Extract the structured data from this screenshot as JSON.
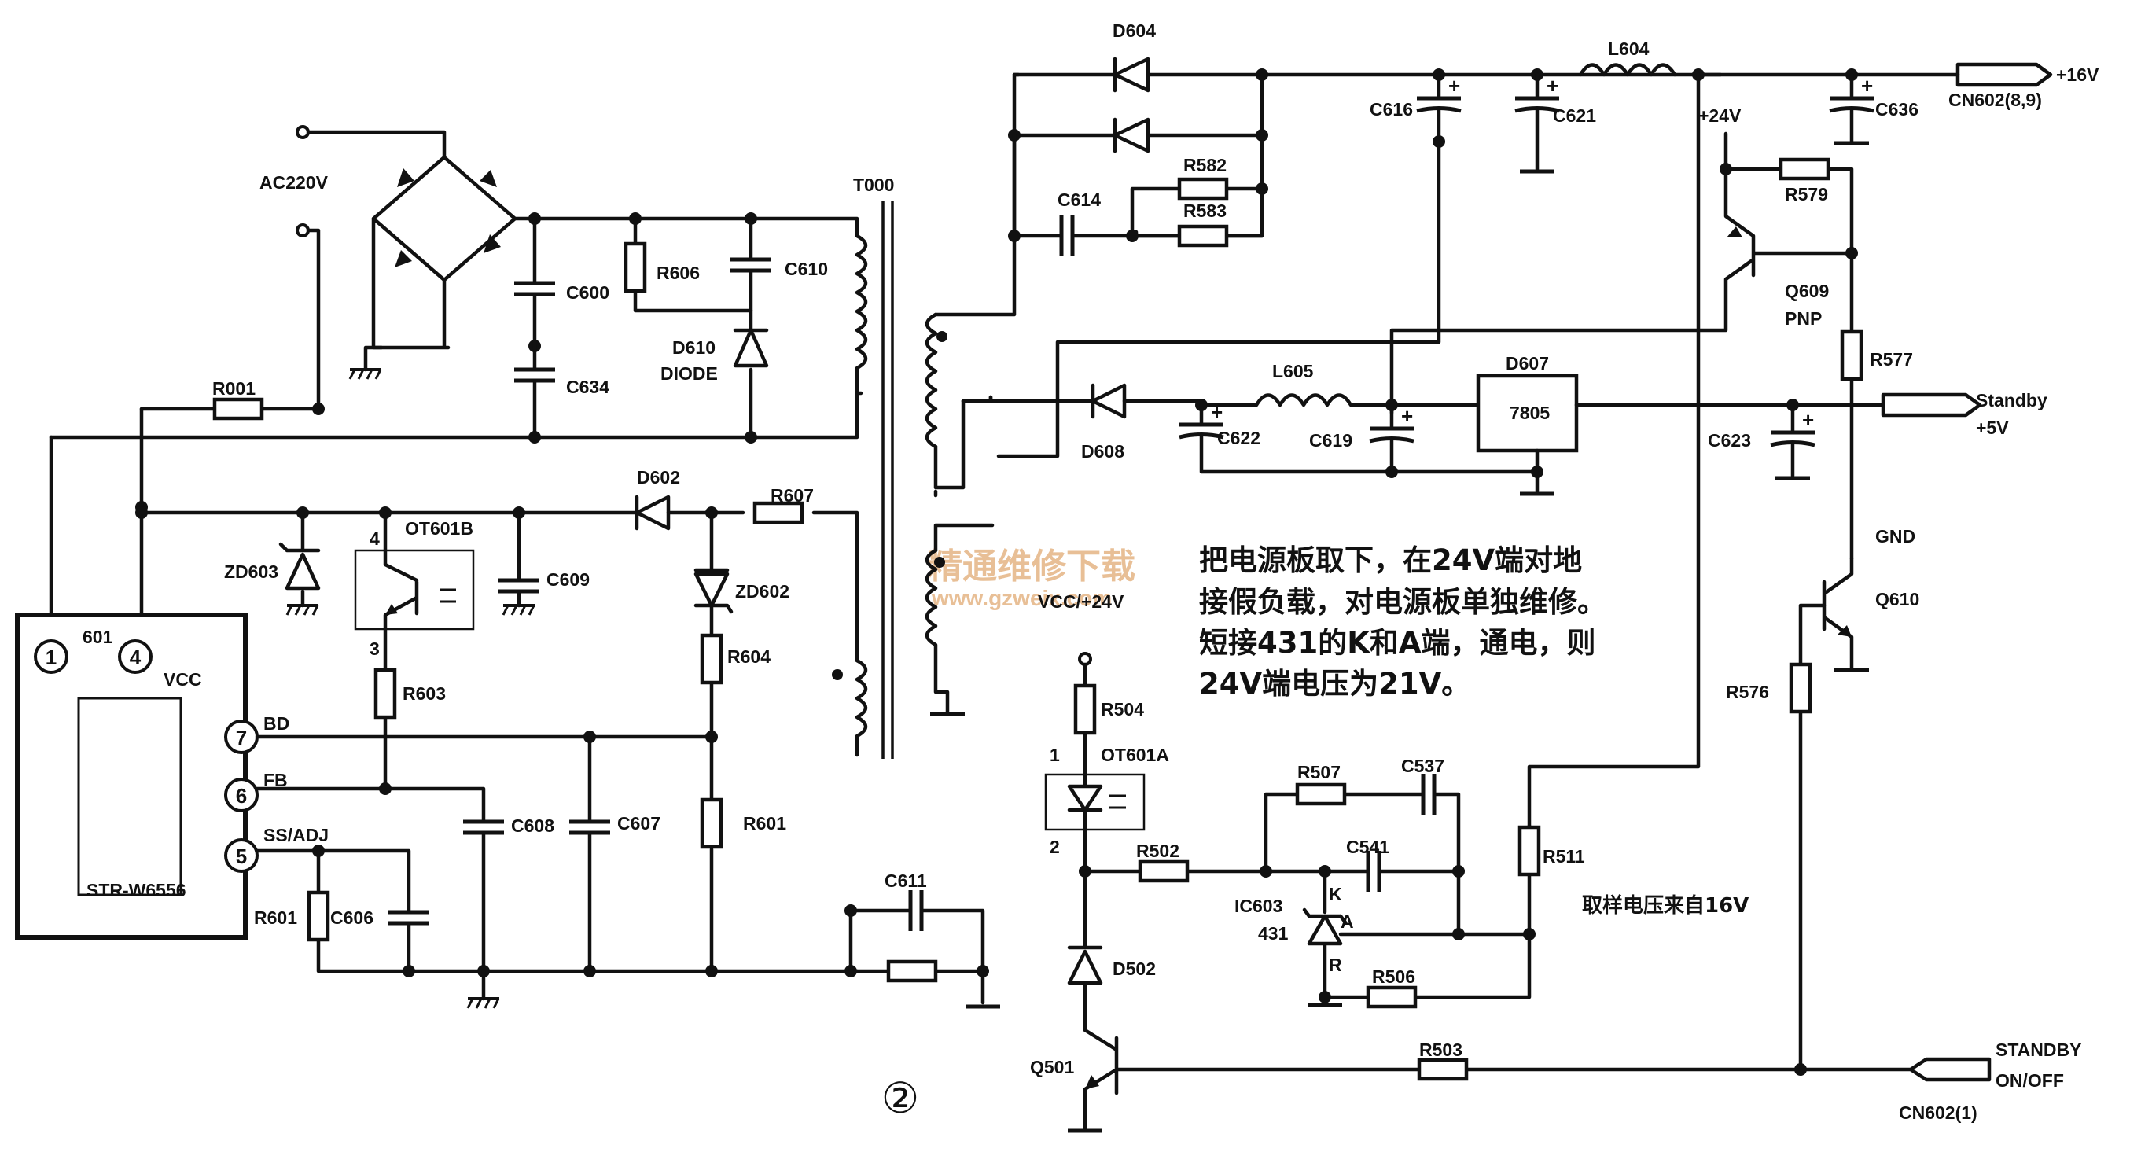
{
  "labels": {
    "ac": "AC220V",
    "r001": "R001",
    "c600": "C600",
    "c634": "C634",
    "r606": "R606",
    "c610": "C610",
    "d610": "D610",
    "diode": "DIODE",
    "t000": "T000",
    "ic": "STR-W6556",
    "pin1": "1",
    "pin4": "4",
    "pin7": "7",
    "pin6": "6",
    "pin5": "5",
    "p601": "601",
    "vcc": "VCC",
    "bd": "BD",
    "fb": "FB",
    "ssadj": "SS/ADJ",
    "zd603": "ZD603",
    "ot601b": "OT601B",
    "ot_pin4": "4",
    "ot_pin3": "3",
    "c609": "C609",
    "d602": "D602",
    "r607": "R607",
    "zd602": "ZD602",
    "r604": "R604",
    "r603": "R603",
    "c608": "C608",
    "c607": "C607",
    "r601a": "R601",
    "r601b": "R601",
    "c606": "C606",
    "c611": "C611",
    "d604": "D604",
    "r582": "R582",
    "r583": "R583",
    "c614": "C614",
    "c616": "C616",
    "c621": "C621",
    "l604": "L604",
    "cn602a": "CN602(8,9)",
    "p16v": "+16V",
    "c636": "C636",
    "p24v": "+24V",
    "r579": "R579",
    "q609": "Q609",
    "pnp": "PNP",
    "r577": "R577",
    "d608": "D608",
    "c622": "C622",
    "l605": "L605",
    "c619": "C619",
    "d607": "D607",
    "u7805": "7805",
    "c623": "C623",
    "standby": "Standby",
    "p5v": "+5V",
    "gnd": "GND",
    "q610": "Q610",
    "r576": "R576",
    "vcc24": "VCC/+24V",
    "r504": "R504",
    "ot601a": "OT601A",
    "ota_pin1": "1",
    "ota_pin2": "2",
    "r502": "R502",
    "r507": "R507",
    "c537": "C537",
    "c541": "C541",
    "ic603": "IC603",
    "n431": "431",
    "k": "K",
    "a": "A",
    "r": "R",
    "r506": "R506",
    "r511": "R511",
    "d502": "D502",
    "q501": "Q501",
    "r503": "R503",
    "standby2": "STANDBY",
    "onoff": "ON/OFF",
    "cn602b": "CN602(1)",
    "sample": "取样电压来自16V",
    "num": "②"
  },
  "note": {
    "line1": "把电源板取下，在24V端对地",
    "line2": "接假负载，对电源板单独维修。",
    "line3": "短接431的K和A端，通电，则",
    "line4": "24V端电压为21V。"
  },
  "watermark": {
    "cn": "精通维修下载",
    "url": "www.gzweix.com"
  }
}
